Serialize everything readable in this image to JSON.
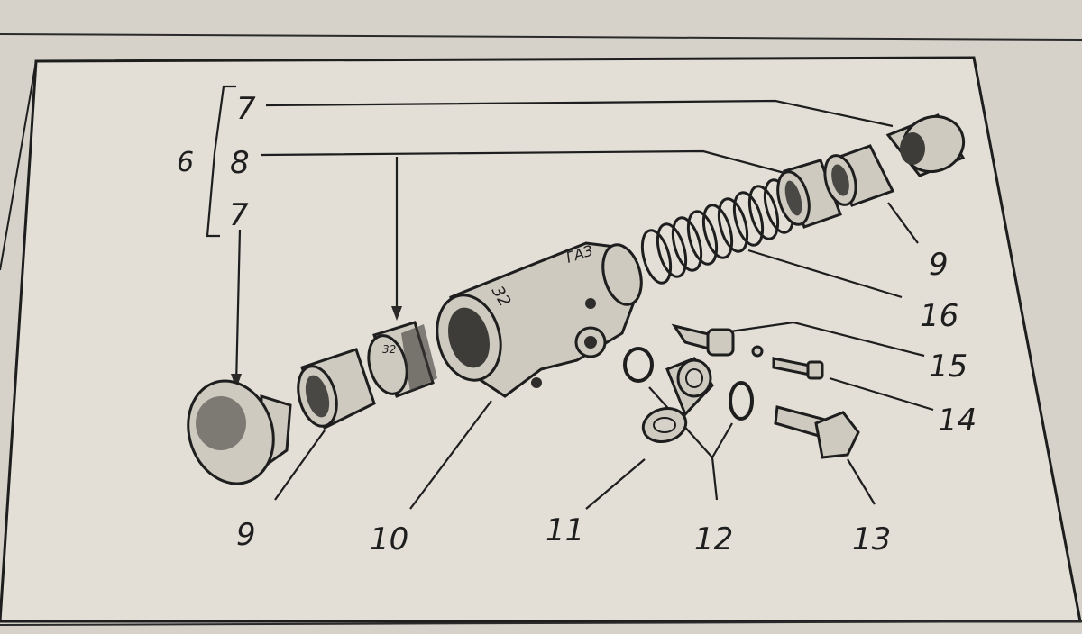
{
  "diagram": {
    "group_label": "6",
    "labels": {
      "top_7": "7",
      "top_8": "8",
      "bottom_7": "7",
      "right_9": "9",
      "l16": "16",
      "l15": "15",
      "l14": "14",
      "left_9": "9",
      "l10": "10",
      "l11": "11",
      "l12": "12",
      "l13": "13"
    },
    "stamps": {
      "cylinder_brand": "ГАЗ",
      "cylinder_size": "32",
      "piston_mark": "32"
    }
  }
}
